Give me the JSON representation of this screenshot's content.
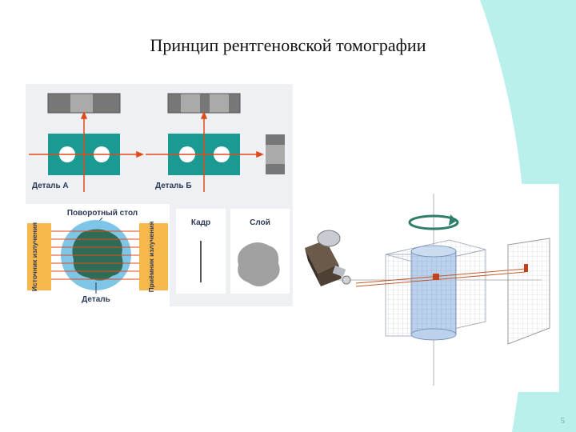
{
  "slide": {
    "title": "Принцип рентгеновской томографии",
    "page_number": "5"
  },
  "left_figure": {
    "label_detail_a": "Деталь А",
    "label_detail_b": "Деталь Б",
    "label_turntable": "Поворотный стол",
    "label_source": "Источник излучения",
    "label_receiver": "Приёмник излучения",
    "label_detail": "Деталь",
    "label_frame": "Кадр",
    "label_layer": "Слой"
  },
  "colors": {
    "teal": "#1b9a94",
    "ray": "#e04a1a",
    "orange": "#f6b74c",
    "blue": "#7ec6e8",
    "bg_green": "#e6f8d8",
    "bg_cyan": "#b9f0ec"
  }
}
